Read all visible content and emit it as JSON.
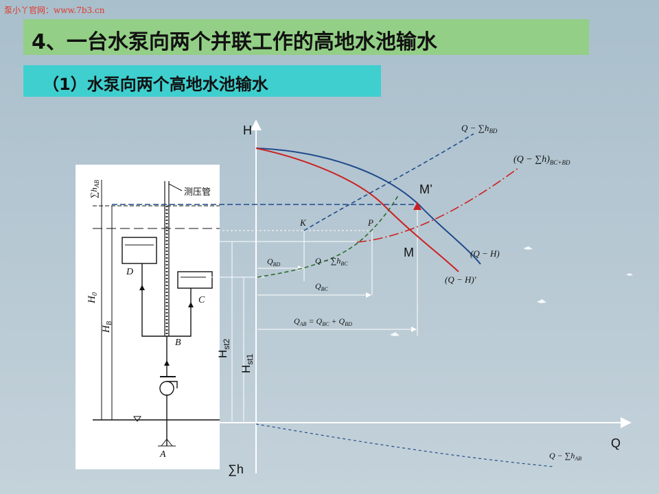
{
  "watermark": "泵小丫官网：www.7b3.cn",
  "title": "4、一台水泵向两个并联工作的高地水池输水",
  "subtitle": "（1）水泵向两个高地水池输水",
  "axes": {
    "y_label": "H",
    "x_label": "Q",
    "loss_label": "∑h"
  },
  "curves": {
    "q_h_bd": "Q − ∑h",
    "q_h_bd_sub": "BD",
    "q_h_combined": "(Q − ∑h)",
    "q_h_combined_sub": "BC+BD",
    "q_h_bc": "Q − ∑h",
    "q_h_bc_sub": "BC",
    "q_h": "(Q − H)",
    "q_h_prime": "(Q − H)'",
    "q_h_ab": "Q − ∑h",
    "q_h_ab_sub": "AB"
  },
  "points": {
    "m_prime": "M’",
    "m": "M",
    "k": "K",
    "p": "P"
  },
  "flows": {
    "q_bd": "Q",
    "q_bd_sub": "BD",
    "q_bc": "Q",
    "q_bc_sub": "BC",
    "q_ab": "Q",
    "q_ab_sub": "AB",
    "q_ab_eq": "= Q",
    "q_ab_eq_sub1": "BC",
    "q_ab_plus": "+ Q",
    "q_ab_eq_sub2": "BD"
  },
  "heights": {
    "hst2": "H",
    "hst2_sub": "st2",
    "hst1": "H",
    "hst1_sub": "st1"
  },
  "schematic": {
    "gauge_label": "测压管",
    "loss_ab": "∑h",
    "loss_ab_sub": "AB",
    "h0": "H",
    "h0_sub": "0",
    "hb": "H",
    "hb_sub": "B",
    "tank_d": "D",
    "tank_c": "C",
    "node_b": "B",
    "node_a": "A"
  },
  "colors": {
    "title_bg": "#93cf86",
    "subtitle_bg": "#3fcfcf",
    "curve_blue": "#1f4a8a",
    "curve_red": "#cc1f1f",
    "curve_green": "#2d6b2d",
    "watermark": "#e0392b"
  }
}
